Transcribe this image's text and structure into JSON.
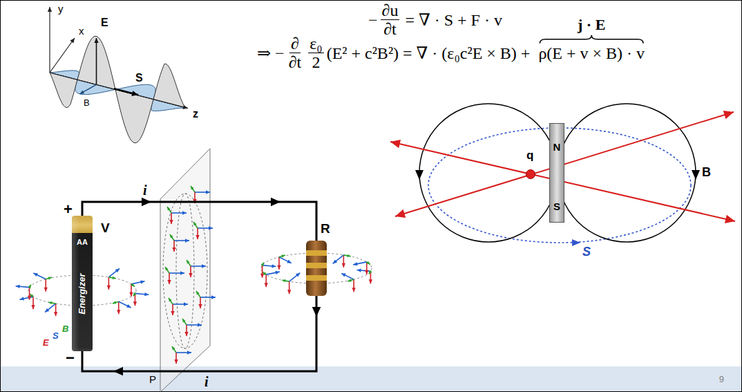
{
  "diagram": {
    "nodes": [
      {
        "text": [
          "AA",
          "Energizer"
        ]
      },
      {
        "text": [
          "R"
        ]
      },
      {
        "text": [
          "q"
        ]
      },
      {
        "text": [
          "N",
          "S"
        ]
      },
      {
        "text": [
          "9"
        ]
      }
    ],
    "edges": [
      {
        "from": 0,
        "to": 1,
        "arrow": "none",
        "label": "i"
      },
      {
        "from": 1,
        "to": 0,
        "arrow": "none",
        "label": "i"
      }
    ],
    "labels": [
      "y",
      "x",
      "E",
      "B",
      "S",
      "z",
      "j · E",
      "−",
      "∂u",
      "∂t",
      "= ∇ · S + F · v",
      "⇒ −",
      "∂",
      "∂t",
      "ε₀",
      "2",
      "(E² + c²B²) = ∇ · (ε₀c²E × B) +",
      "ρ(E + v × B) · v",
      "+",
      "V",
      "−",
      "P",
      "B",
      "S",
      "E",
      "B",
      "S"
    ]
  }
}
